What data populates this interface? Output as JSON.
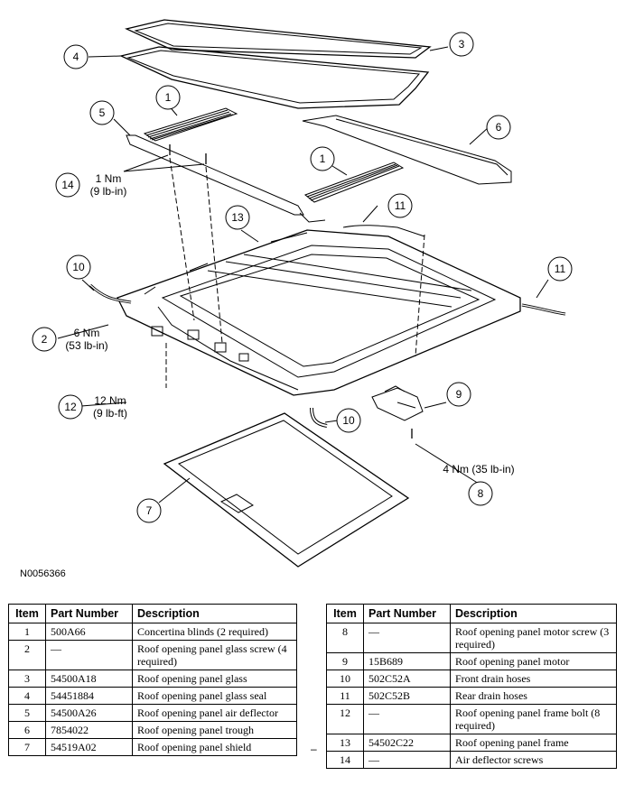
{
  "figure_id": "N0056366",
  "callouts": [
    {
      "id": "c3",
      "number": "3"
    },
    {
      "id": "c4",
      "number": "4"
    },
    {
      "id": "c1a",
      "number": "1"
    },
    {
      "id": "c5",
      "number": "5"
    },
    {
      "id": "c6",
      "number": "6"
    },
    {
      "id": "c1b",
      "number": "1"
    },
    {
      "id": "c14",
      "number": "14"
    },
    {
      "id": "c11a",
      "number": "11"
    },
    {
      "id": "c13",
      "number": "13"
    },
    {
      "id": "c10a",
      "number": "10"
    },
    {
      "id": "c11b",
      "number": "11"
    },
    {
      "id": "c2",
      "number": "2"
    },
    {
      "id": "c12",
      "number": "12"
    },
    {
      "id": "c9",
      "number": "9"
    },
    {
      "id": "c10b",
      "number": "10"
    },
    {
      "id": "c8",
      "number": "8"
    },
    {
      "id": "c7",
      "number": "7"
    }
  ],
  "torque_labels": {
    "t14_line1": "1 Nm",
    "t14_line2": "(9 lb-in)",
    "t2_line1": "6 Nm",
    "t2_line2": "(53 lb-in)",
    "t12_line1": "12 Nm",
    "t12_line2": "(9 lb-ft)",
    "t8": "4 Nm (35 lb-in)"
  },
  "table": {
    "headers": {
      "item": "Item",
      "part_number": "Part Number",
      "description": "Description"
    },
    "separator": "–",
    "left_rows": [
      {
        "item": "1",
        "part": "500A66",
        "desc": "Concertina blinds (2 required)"
      },
      {
        "item": "2",
        "part": "—",
        "desc": "Roof opening panel glass screw (4 required)"
      },
      {
        "item": "3",
        "part": "54500A18",
        "desc": "Roof opening panel glass"
      },
      {
        "item": "4",
        "part": "54451884",
        "desc": "Roof opening panel glass seal"
      },
      {
        "item": "5",
        "part": "54500A26",
        "desc": "Roof opening panel air deflector"
      },
      {
        "item": "6",
        "part": "7854022",
        "desc": "Roof opening panel trough"
      },
      {
        "item": "7",
        "part": "54519A02",
        "desc": "Roof opening panel shield"
      }
    ],
    "right_rows": [
      {
        "item": "8",
        "part": "—",
        "desc": "Roof opening panel motor screw (3 required)"
      },
      {
        "item": "9",
        "part": "15B689",
        "desc": "Roof opening panel motor"
      },
      {
        "item": "10",
        "part": "502C52A",
        "desc": "Front drain hoses"
      },
      {
        "item": "11",
        "part": "502C52B",
        "desc": "Rear drain hoses"
      },
      {
        "item": "12",
        "part": "—",
        "desc": "Roof opening panel frame bolt (8 required)"
      },
      {
        "item": "13",
        "part": "54502C22",
        "desc": "Roof opening panel frame"
      },
      {
        "item": "14",
        "part": "—",
        "desc": "Air deflector screws"
      }
    ]
  }
}
